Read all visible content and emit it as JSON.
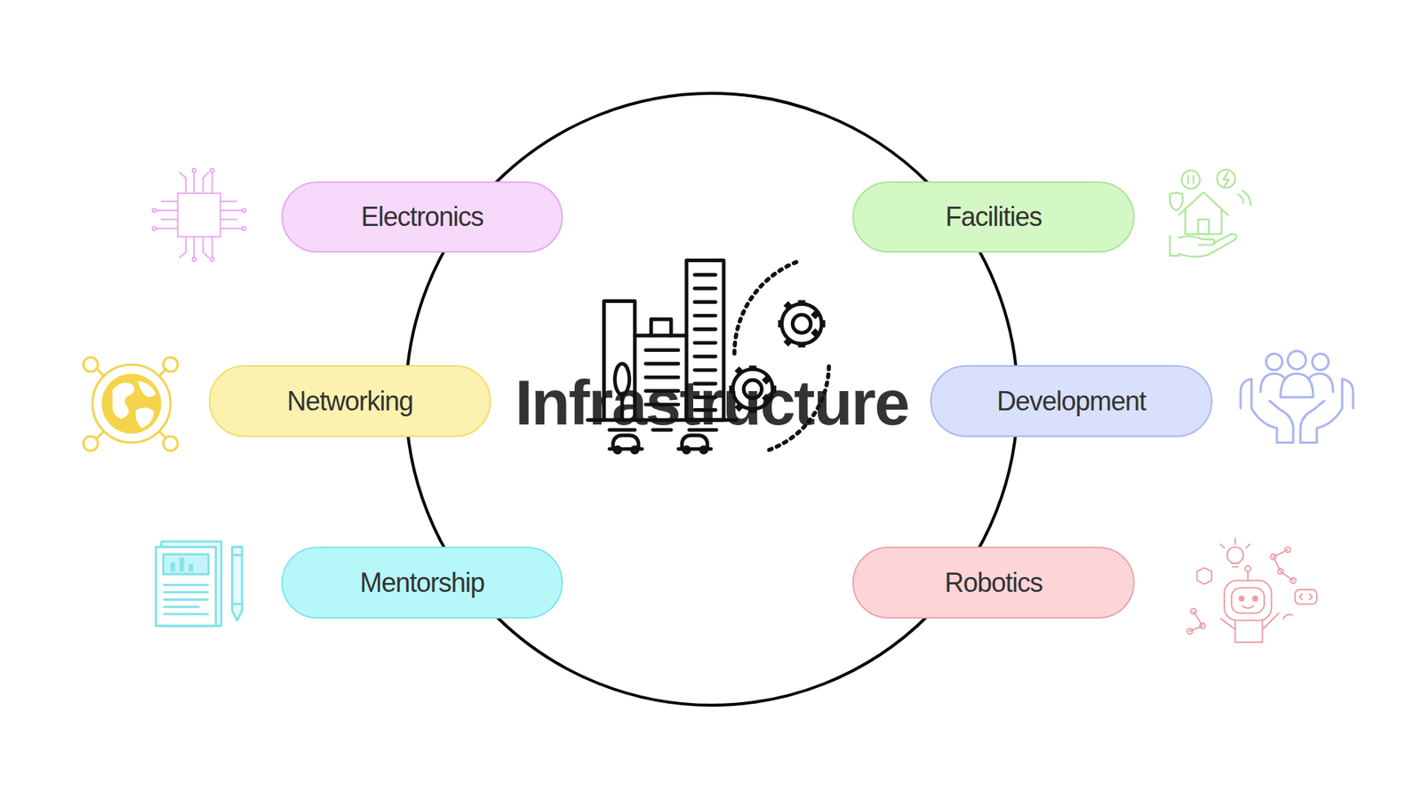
{
  "diagram": {
    "nodes": [
      {
        "text": [
          "Infrastructure"
        ]
      },
      {
        "text": [
          "Electronics"
        ]
      },
      {
        "text": [
          "Facilities"
        ]
      },
      {
        "text": [
          "Networking"
        ]
      },
      {
        "text": [
          "Development"
        ]
      },
      {
        "text": [
          "Mentorship"
        ]
      },
      {
        "text": [
          "Robotics"
        ]
      }
    ]
  }
}
